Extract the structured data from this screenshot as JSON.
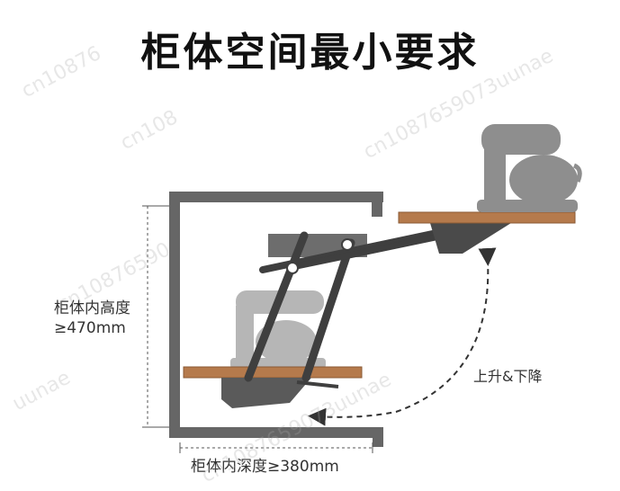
{
  "title": "柜体空间最小要求",
  "labels": {
    "height_line1": "柜体内高度",
    "height_line2": "≥470mm",
    "depth": "柜体内深度≥380mm",
    "motion": "上升&下降"
  },
  "watermarks": [
    "cn10876",
    "cn1087659073uunae",
    "cn1087659073uunae",
    "uunae",
    "cn108",
    "cn10876590"
  ],
  "colors": {
    "cabinet": "#666666",
    "wood": "#b57a4c",
    "wood_edge": "#8a5a35",
    "arm": "#3f3f3f",
    "mixer": "#8e8e8e",
    "mixer_ghost": "#b6b6b6",
    "dash": "#333333"
  }
}
